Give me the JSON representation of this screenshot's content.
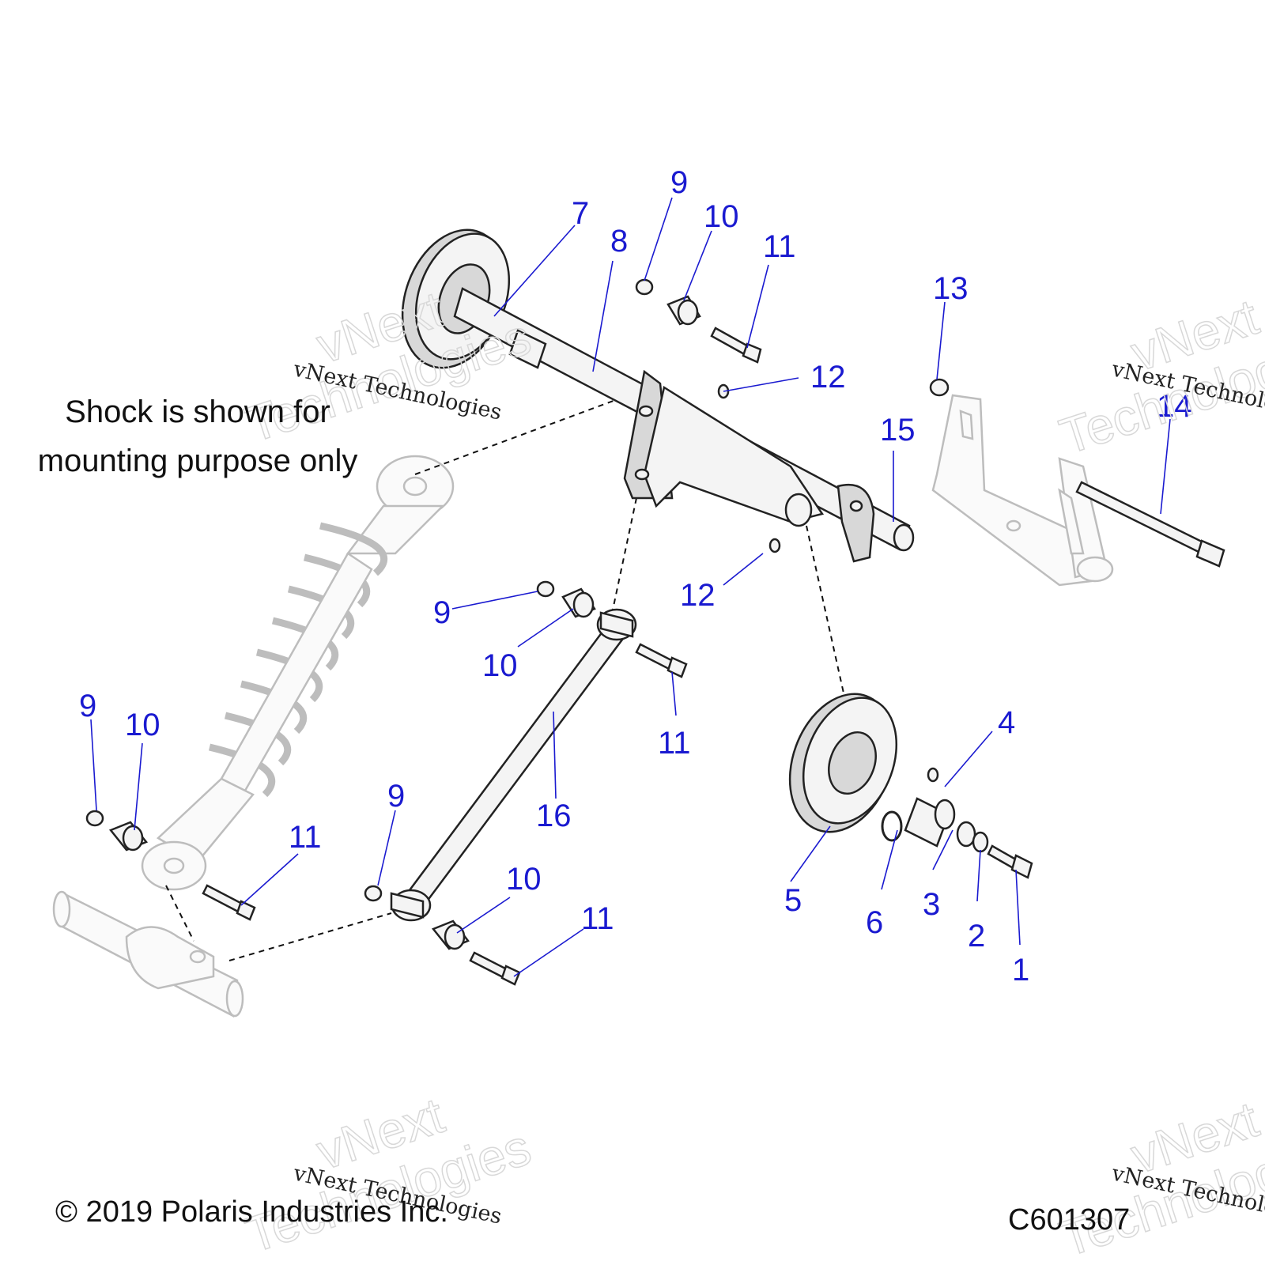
{
  "diagram": {
    "note_line1": "Shock is shown for",
    "note_line2": "mounting purpose only",
    "copyright": "© 2019 Polaris Industries Inc.",
    "code": "C601307",
    "watermark_small": "vNext Technologies",
    "watermark_big_1": "vNext",
    "watermark_big_2": "Technologies",
    "callouts": [
      "1",
      "2",
      "3",
      "4",
      "5",
      "6",
      "7",
      "8",
      "9",
      "10",
      "11",
      "12",
      "13",
      "14",
      "15",
      "16"
    ],
    "colors": {
      "callout": "#1a1ad0",
      "line": "#222222",
      "ghost": "#bdbdbd"
    }
  }
}
